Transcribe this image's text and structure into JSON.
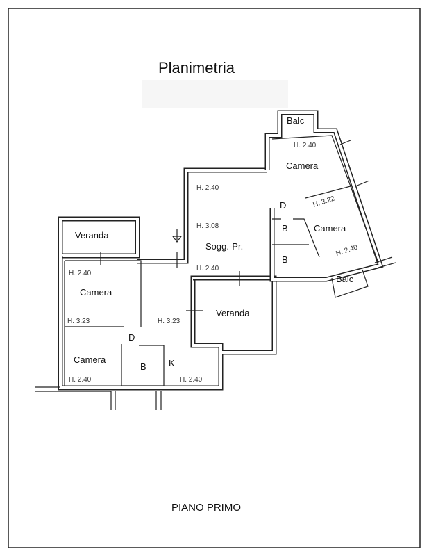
{
  "title": "Planimetria",
  "footer": "PIANO PRIMO",
  "rooms": {
    "veranda_left": "Veranda",
    "camera_left_top": "Camera",
    "camera_left_bottom": "Camera",
    "bagno_left": "B",
    "kitchen": "K",
    "disimpegno_left": "D",
    "soggiorno": "Sogg.-Pr.",
    "veranda_center": "Veranda",
    "camera_right_top": "Camera",
    "camera_right": "Camera",
    "disimpegno_right": "D",
    "bagno_right_1": "B",
    "bagno_right_2": "B",
    "balcony_top": "Balc",
    "balcony_bottom": "Balc"
  },
  "heights": {
    "cam_left_top": "H. 2.40",
    "cam_left_top_b": "H. 3.23",
    "cam_left_bottom": "H. 2.40",
    "hall": "H. 3.23",
    "kitchen": "H. 2.40",
    "sogg_top": "H. 2.40",
    "sogg_mid": "H. 3.08",
    "sogg_bottom": "H. 2.40",
    "cam_right_top": "H. 2.40",
    "cam_right_a": "H. 3.22",
    "cam_right_b": "H. 2.40"
  }
}
